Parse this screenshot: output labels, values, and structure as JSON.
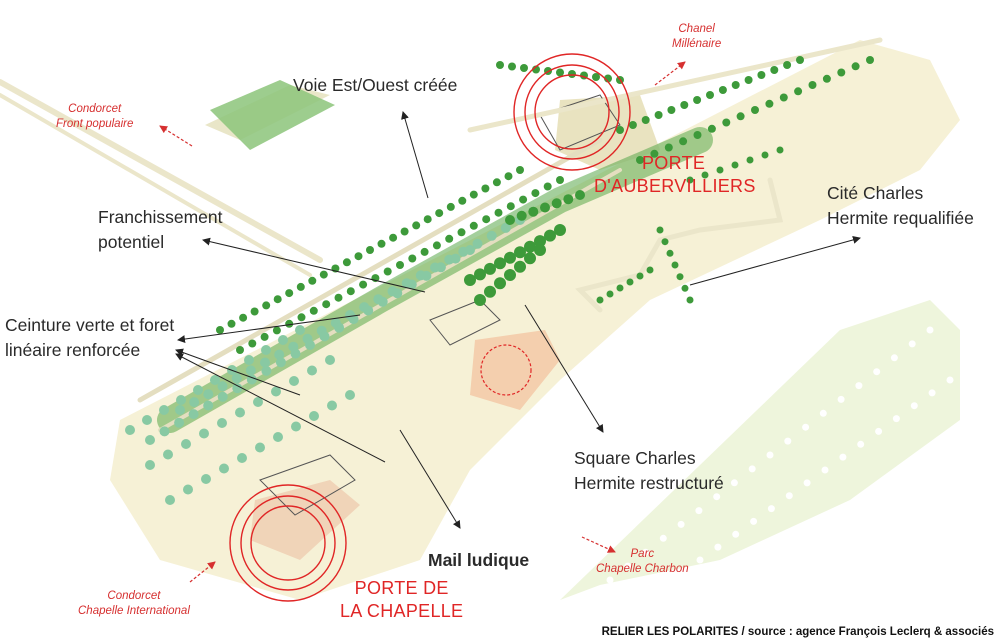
{
  "labels": {
    "voie": "Voie Est/Ouest créée",
    "franchissement": [
      "Franchissement",
      "potentiel"
    ],
    "ceinture": [
      "Ceinture verte et foret",
      "linéaire renforcée"
    ],
    "cite": [
      "Cité Charles",
      "Hermite requalifiée"
    ],
    "square": [
      "Square Charles",
      "Hermite restructuré"
    ],
    "mail": "Mail ludique"
  },
  "poles": {
    "aubervilliers": [
      "PORTE",
      "D'AUBERVILLIERS"
    ],
    "chapelle": [
      "PORTE DE",
      "LA CHAPELLE"
    ]
  },
  "destinations": {
    "chanel": [
      "Chanel",
      "Millénaire"
    ],
    "condorcet_front": [
      "Condorcet",
      "Front populaire"
    ],
    "condorcet_chapelle": [
      "Condorcet",
      "Chapelle International"
    ],
    "parc": [
      "Parc",
      "Chapelle Charbon"
    ]
  },
  "caption": "RELIER LES POLARITES / source : agence François Leclerq & associés",
  "colors": {
    "pole_red": "#e02626",
    "tree_green": "#3d9a3a",
    "light_tree": "#88c9a3",
    "ground": "#f3ecc4"
  }
}
